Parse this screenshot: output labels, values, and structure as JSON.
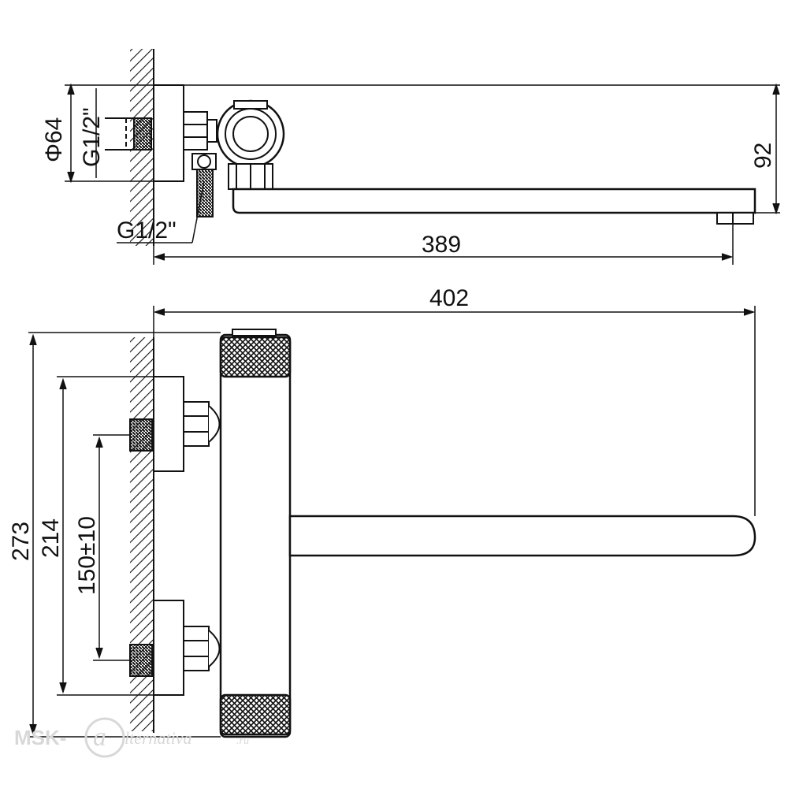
{
  "drawing": {
    "top_view": {
      "diameter_label": "Φ64",
      "inlet_thread_label": "G1/2\"",
      "outlet_thread_label": "G1/2\"",
      "spout_length_label": "389",
      "height_label": "92"
    },
    "front_view": {
      "overall_length_label": "402",
      "overall_height_label": "273",
      "bracket_height_label": "214",
      "center_distance_label": "150±10"
    }
  },
  "watermark": {
    "brand_left": "MSK-",
    "brand_right": "lternativa",
    "brand_tld": ".ru"
  }
}
